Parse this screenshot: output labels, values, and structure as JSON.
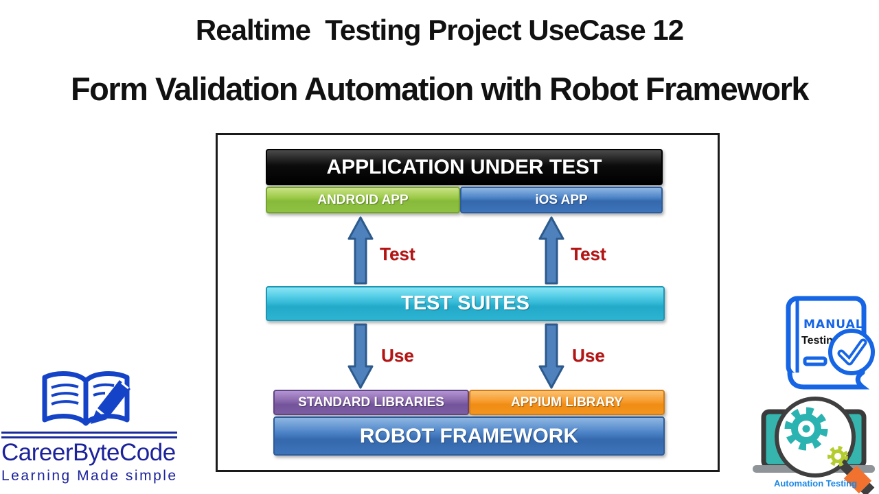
{
  "title": {
    "line1": "Realtime  Testing Project UseCase 12",
    "line2": "Form Validation Automation with Robot Framework"
  },
  "diagram": {
    "application_under_test": "APPLICATION UNDER TEST",
    "android_app": "ANDROID APP",
    "ios_app": "iOS APP",
    "test_suites": "TEST SUITES",
    "standard_libraries": "STANDARD LIBRARIES",
    "appium_library": "APPIUM LIBRARY",
    "robot_framework": "ROBOT FRAMEWORK",
    "arrow_labels": {
      "test_left": "Test",
      "test_right": "Test",
      "use_left": "Use",
      "use_right": "Use"
    },
    "colors": {
      "aut_black": "#0a0a0a",
      "android_green": "#8fc142",
      "ios_blue": "#3d74ba",
      "suites_cyan": "#2db4d2",
      "stdlib_purple": "#7c5da3",
      "appium_orange": "#f4951f",
      "robot_blue": "#3d74ba",
      "arrow_blue": "#4f81bd",
      "label_red": "#b41414"
    }
  },
  "logo": {
    "name": "CareerByteCode",
    "tagline": "Learning Made simple",
    "brand_navy": "#1b229b"
  },
  "badges": {
    "manual": {
      "line1": "MANUAL",
      "line2": "Testing",
      "icon_blue": "#1565e5"
    },
    "automation": {
      "label": "Automation Testing",
      "teal": "#2ab3b0",
      "orange": "#f0722e"
    }
  }
}
